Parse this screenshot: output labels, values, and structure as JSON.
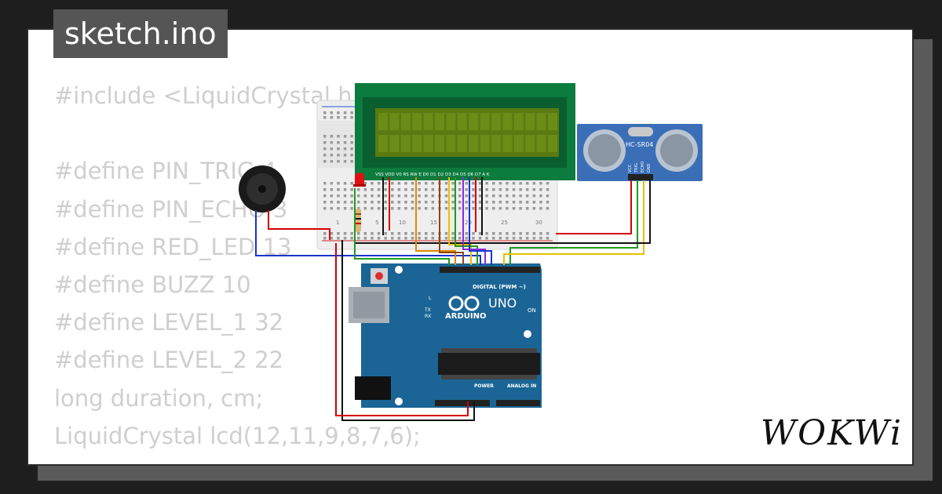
{
  "title": "sketch.ino",
  "code_lines": [
    "#include <LiquidCrystal.h>",
    "",
    "#define PIN_TRIG 4",
    "#define PIN_ECHO 3",
    "#define RED_LED 13",
    "#define BUZZ 10",
    "#define LEVEL_1 32",
    "#define LEVEL_2 22",
    "long duration, cm;",
    "LiquidCrystal lcd(12,11,9,8,7,6);"
  ],
  "logo": "WOKWi",
  "components": {
    "lcd_pins": "VSS VDD V0 RS RW E D0 D1 D2 D3 D4 D5 D6 D7 A K",
    "sensor_label": "HC-SR04",
    "sensor_pins": [
      "VCC",
      "TRIG",
      "ECHO",
      "GND"
    ],
    "breadboard_numbers": [
      "1",
      "5",
      "10",
      "15",
      "20",
      "25",
      "30"
    ],
    "arduino_brand": "ARDUINO",
    "arduino_model": "UNO",
    "arduino_on": "ON",
    "digital_label": "DIGITAL (PWM ~)",
    "power_label": "POWER",
    "analog_label": "ANALOG IN",
    "leds": [
      "L",
      "TX",
      "RX"
    ]
  },
  "colors": {
    "background": "#1e1e1e",
    "card": "#ffffff",
    "code_text": "#cfcfcf",
    "lcd_pcb": "#0b7b3e",
    "lcd_screen": "#5a7a12",
    "arduino_board": "#1a6596",
    "sensor_board": "#3a6fb8",
    "wire_red": "#d40000",
    "wire_black": "#111111",
    "wire_blue": "#1a33cc",
    "wire_green": "#1f9b1f",
    "wire_yellow": "#e8c000",
    "wire_orange": "#e08a00",
    "wire_brown": "#8b4513",
    "wire_purple": "#8a2be2"
  }
}
